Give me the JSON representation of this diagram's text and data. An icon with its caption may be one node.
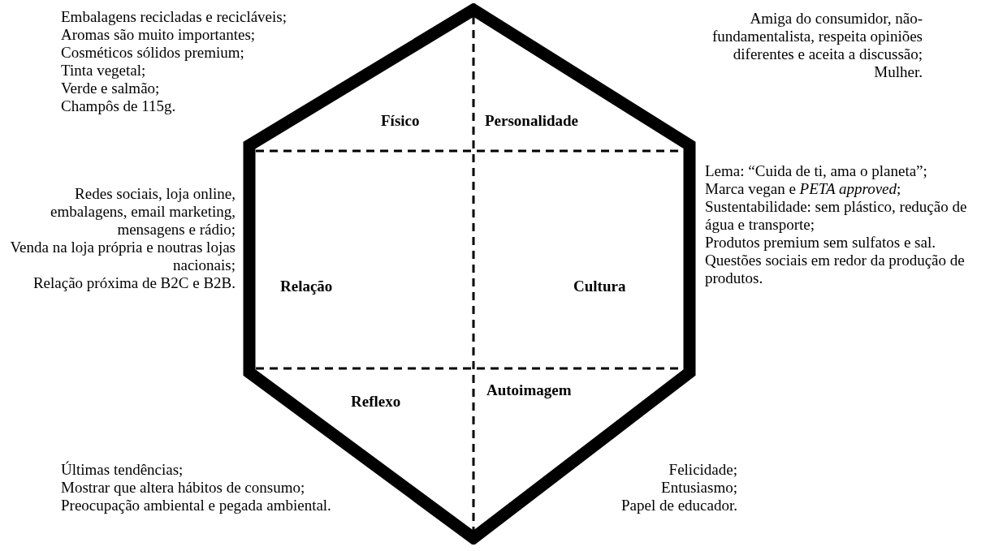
{
  "diagram": {
    "nodes": [
      {
        "text": [],
        "shape": "hexagon"
      },
      {
        "text": [
          "Físico"
        ],
        "in": 0,
        "beside": [
          "Embalagens recicladas e recicláveis;",
          "Aromas são muito importantes;",
          "Cosméticos sólidos premium;",
          "Tinta vegetal;",
          "Verde e salmão;",
          "Champôs de 115g."
        ]
      },
      {
        "text": [
          "Personalidade"
        ],
        "in": 0,
        "beside": [
          "Amiga do consumidor, não-fundamentalista, respeita opiniões diferentes e aceita a discussão;",
          "Mulher."
        ]
      },
      {
        "text": [
          "Relação"
        ],
        "in": 0,
        "beside": [
          "Redes sociais, loja online, embalagens, email marketing, mensagens e rádio;",
          "Venda na loja própria e noutras lojas nacionais;",
          "Relação próxima de B2C e B2B."
        ]
      },
      {
        "text": [
          "Cultura"
        ],
        "in": 0,
        "beside": [
          "Lema: “Cuida de ti, ama o planeta”;",
          "Marca vegan e *PETA approved*;",
          "Sustentabilidade: sem plástico, redução de água e transporte;",
          "Produtos premium sem sulfatos e sal.",
          "Questões sociais em redor da produção de produtos."
        ]
      },
      {
        "text": [
          "Reflexo"
        ],
        "in": 0,
        "beside": [
          "Últimas tendências;",
          "Mostrar que altera hábitos de consumo;",
          "Preocupação ambiental e pegada ambiental."
        ]
      },
      {
        "text": [
          "Autoimagem"
        ],
        "in": 0,
        "beside": [
          "Felicidade;",
          "Entusiasmo;",
          "Papel de educador."
        ]
      }
    ],
    "edges": []
  }
}
